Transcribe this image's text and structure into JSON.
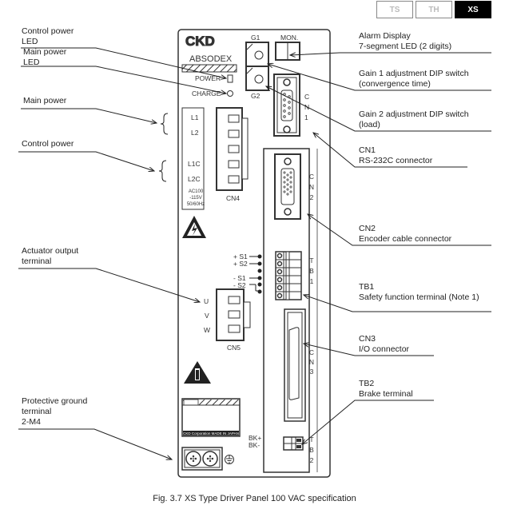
{
  "tabs": [
    {
      "label": "TS",
      "active": false
    },
    {
      "label": "TH",
      "active": false
    },
    {
      "label": "XS",
      "active": true
    }
  ],
  "callouts_left": {
    "control_power_led": [
      "Control power",
      "LED"
    ],
    "main_power_led": [
      "Main power",
      "LED"
    ],
    "main_power": "Main power",
    "control_power": "Control power",
    "actuator_output": [
      "Actuator output",
      "terminal"
    ],
    "protective_ground": [
      "Protective ground",
      "terminal",
      "2-M4"
    ]
  },
  "callouts_right": {
    "alarm_display": [
      "Alarm Display",
      "7-segment LED (2 digits)"
    ],
    "gain1": [
      "Gain 1 adjustment DIP switch",
      "(convergence time)"
    ],
    "gain2": [
      "Gain 2 adjustment DIP switch",
      "(load)"
    ],
    "cn1": [
      "CN1",
      "RS-232C connector"
    ],
    "cn2": [
      "CN2",
      "Encoder cable connector"
    ],
    "tb1": [
      "TB1",
      "Safety function terminal (Note 1)"
    ],
    "cn3": [
      "CN3",
      "I/O connector"
    ],
    "tb2": [
      "TB2",
      "Brake terminal"
    ]
  },
  "panel": {
    "brand": "CKD",
    "product": "ABSODEX",
    "power_label": "POWER",
    "charge_label": "CHARGE",
    "g1": "G1",
    "g2": "G2",
    "mon": "MON.",
    "cn4_terminals": [
      "L1",
      "L2",
      "",
      "L1C",
      "L2C"
    ],
    "cn4_label": "CN4",
    "rating": [
      "AC100",
      "-115V",
      "50/60Hz"
    ],
    "cn1_vertical": [
      "C",
      "N",
      "1"
    ],
    "cn2_vertical": [
      "C",
      "N",
      "2"
    ],
    "cn3_vertical": [
      "C",
      "N",
      "3"
    ],
    "tb1_vertical": [
      "T",
      "B",
      "1"
    ],
    "tb2_vertical": [
      "T",
      "B",
      "2"
    ],
    "tb1_pins": [
      "+ S1",
      "+ S2",
      "- S1",
      "- S2"
    ],
    "cn5_terminals": [
      "U",
      "V",
      "W"
    ],
    "cn5_label": "CN5",
    "bk_labels": [
      "BK+",
      "BK-"
    ],
    "nameplate_footer": "CKD Corporation  MADE IN JAPAN"
  },
  "caption": "Fig. 3.7 XS Type Driver Panel 100 VAC specification"
}
